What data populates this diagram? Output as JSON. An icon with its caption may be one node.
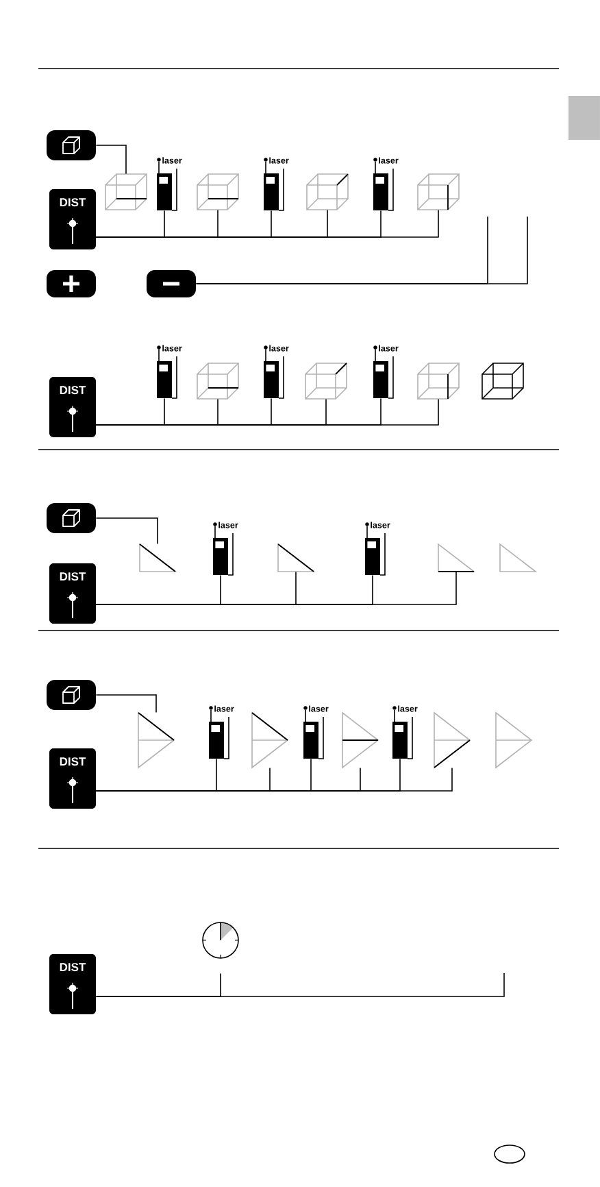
{
  "diagram": {
    "nodes": [
      {
        "text": [],
        "shape": "button"
      },
      {
        "text": [
          "DIST"
        ]
      },
      {
        "text": [],
        "shape": "cube"
      },
      {
        "text": [
          "laser"
        ]
      },
      {
        "text": [],
        "shape": "cube"
      },
      {
        "text": [
          "laser"
        ]
      },
      {
        "text": [],
        "shape": "cube"
      },
      {
        "text": [
          "laser"
        ]
      },
      {
        "text": [],
        "shape": "cube"
      },
      {
        "text": [],
        "shape": "button"
      },
      {
        "text": [],
        "shape": "button"
      },
      {
        "text": [
          "DIST"
        ]
      },
      {
        "text": [
          "laser"
        ]
      },
      {
        "text": [],
        "shape": "cube"
      },
      {
        "text": [
          "laser"
        ]
      },
      {
        "text": [],
        "shape": "cube"
      },
      {
        "text": [
          "laser"
        ]
      },
      {
        "text": [],
        "shape": "cube"
      },
      {
        "text": [],
        "shape": "cube"
      },
      {
        "text": [],
        "shape": "button"
      },
      {
        "text": [
          "DIST"
        ]
      },
      {
        "text": [],
        "shape": "triangle"
      },
      {
        "text": [
          "laser"
        ]
      },
      {
        "text": [],
        "shape": "triangle"
      },
      {
        "text": [
          "laser"
        ]
      },
      {
        "text": [],
        "shape": "triangle"
      },
      {
        "text": [],
        "shape": "triangle"
      },
      {
        "text": [],
        "shape": "button"
      },
      {
        "text": [
          "DIST"
        ]
      },
      {
        "text": [],
        "shape": "prism"
      },
      {
        "text": [
          "laser"
        ]
      },
      {
        "text": [],
        "shape": "prism"
      },
      {
        "text": [
          "laser"
        ]
      },
      {
        "text": [],
        "shape": "prism"
      },
      {
        "text": [
          "laser"
        ]
      },
      {
        "text": [],
        "shape": "prism"
      },
      {
        "text": [],
        "shape": "prism"
      },
      {
        "text": [
          "DIST"
        ]
      },
      {
        "text": [],
        "shape": "clock"
      }
    ],
    "edges": [
      {
        "from": 0,
        "to": 2,
        "arrow": "none"
      },
      {
        "from": 1,
        "to": 3,
        "arrow": "none"
      },
      {
        "from": 1,
        "to": 4,
        "arrow": "none"
      },
      {
        "from": 1,
        "to": 5,
        "arrow": "none"
      },
      {
        "from": 1,
        "to": 6,
        "arrow": "none"
      },
      {
        "from": 1,
        "to": 7,
        "arrow": "none"
      },
      {
        "from": 1,
        "to": 8,
        "arrow": "none"
      },
      {
        "from": 10,
        "to": null,
        "arrow": "none"
      },
      {
        "from": 10,
        "to": null,
        "arrow": "none"
      },
      {
        "from": 11,
        "to": 12,
        "arrow": "none"
      },
      {
        "from": 11,
        "to": 13,
        "arrow": "none"
      },
      {
        "from": 11,
        "to": 14,
        "arrow": "none"
      },
      {
        "from": 11,
        "to": 15,
        "arrow": "none"
      },
      {
        "from": 11,
        "to": 16,
        "arrow": "none"
      },
      {
        "from": 11,
        "to": 17,
        "arrow": "none"
      },
      {
        "from": 19,
        "to": 21,
        "arrow": "none"
      },
      {
        "from": 20,
        "to": 22,
        "arrow": "none"
      },
      {
        "from": 20,
        "to": 23,
        "arrow": "none"
      },
      {
        "from": 20,
        "to": 24,
        "arrow": "none"
      },
      {
        "from": 20,
        "to": 25,
        "arrow": "none"
      },
      {
        "from": 27,
        "to": 29,
        "arrow": "none"
      },
      {
        "from": 28,
        "to": 30,
        "arrow": "none"
      },
      {
        "from": 28,
        "to": 31,
        "arrow": "none"
      },
      {
        "from": 28,
        "to": 32,
        "arrow": "none"
      },
      {
        "from": 28,
        "to": 33,
        "arrow": "none"
      },
      {
        "from": 28,
        "to": 34,
        "arrow": "none"
      },
      {
        "from": 28,
        "to": 35,
        "arrow": "none"
      },
      {
        "from": 37,
        "to": 38,
        "arrow": "none"
      },
      {
        "from": 37,
        "to": null,
        "arrow": "none"
      }
    ]
  }
}
